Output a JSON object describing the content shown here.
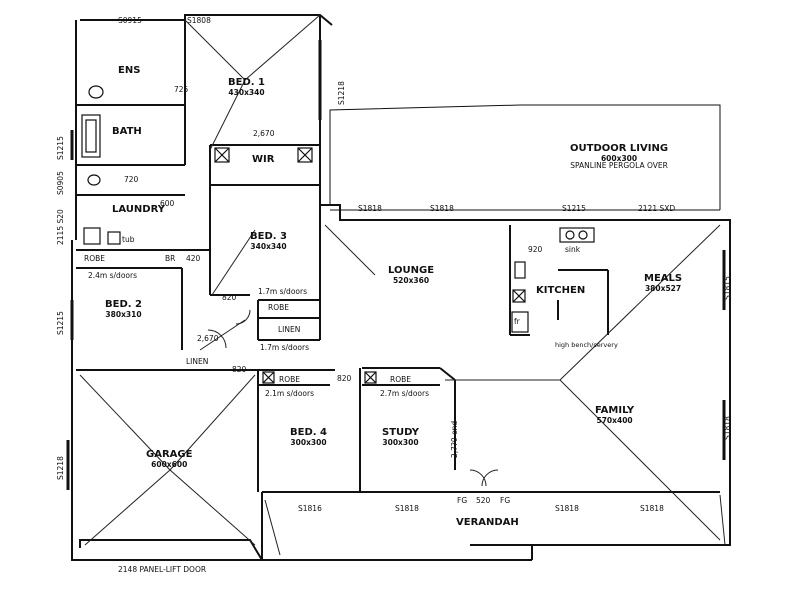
{
  "plan": {
    "rooms": {
      "ens": {
        "name": "ENS"
      },
      "bed1": {
        "name": "BED. 1",
        "dims": "430x340"
      },
      "bath": {
        "name": "BATH"
      },
      "wir": {
        "name": "WIR"
      },
      "laundry": {
        "name": "LAUNDRY"
      },
      "bed3": {
        "name": "BED. 3",
        "dims": "340x340"
      },
      "bed2": {
        "name": "BED. 2",
        "dims": "380x310"
      },
      "lounge": {
        "name": "LOUNGE",
        "dims": "520x360"
      },
      "kitchen": {
        "name": "KITCHEN"
      },
      "meals": {
        "name": "MEALS",
        "dims": "380x527"
      },
      "outdoor": {
        "name": "OUTDOOR LIVING",
        "dims": "600x300",
        "note": "SPANLINE PERGOLA OVER"
      },
      "family": {
        "name": "FAMILY",
        "dims": "570x400"
      },
      "bed4": {
        "name": "BED. 4",
        "dims": "300x300"
      },
      "study": {
        "name": "STUDY",
        "dims": "300x300"
      },
      "garage": {
        "name": "GARAGE",
        "dims": "600x600"
      },
      "verandah": {
        "name": "VERANDAH"
      }
    },
    "labels": {
      "robe_bed2": "ROBE",
      "robe_bed3": "ROBE",
      "robe_bed4": "ROBE",
      "robe_study": "ROBE",
      "br": "BR",
      "linen1": "LINEN",
      "linen2": "LINEN",
      "sink": "sink",
      "tub": "tub",
      "fr": "fr",
      "high_bench": "high bench/servery",
      "door_2_4": "2.4m s/doors",
      "door_1_7a": "1.7m s/doors",
      "door_1_7b": "1.7m s/doors",
      "door_2_1": "2.1m s/doors",
      "door_2_7": "2.7m s/doors",
      "wall_2_7_end": "2,7?0 end",
      "fg": "FG",
      "fg2": "FG",
      "n520": "520",
      "n820": "820",
      "n820b": "820",
      "n920": "920",
      "n820c": "820",
      "n2670": "2,670",
      "n2670b": "2,670",
      "n725": "725",
      "n420": "420",
      "n600": "600",
      "n720": "720"
    },
    "windows": {
      "top_a": "S0915",
      "top_b": "S1808",
      "top_c": "S1218",
      "left_a": "S1215",
      "left_b": "S0905",
      "left_c": "2115 S20",
      "left_d": "S1215",
      "left_e": "S1218",
      "mid_a": "S1818",
      "mid_b": "S1818",
      "mid_c": "S1215",
      "mid_d": "2121 SXD",
      "right_a": "S1815",
      "right_b": "S1818",
      "bot_a": "S1816",
      "bot_b": "S1818",
      "bot_c": "S1818",
      "bot_d": "S1818",
      "garage_door": "2148 PANEL-LIFT DOOR"
    }
  }
}
